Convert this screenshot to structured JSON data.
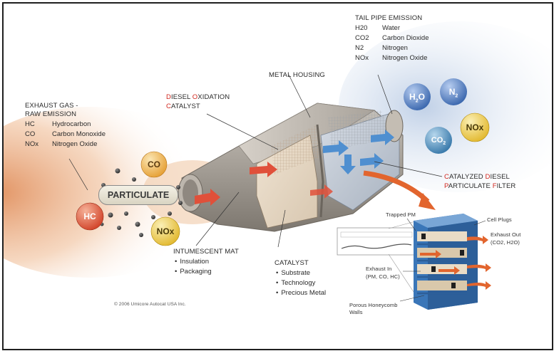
{
  "exhaust_gas": {
    "title_line1": "EXHAUST GAS -",
    "title_line2": "RAW EMISSION",
    "rows": [
      {
        "symbol": "HC",
        "name": "Hydrocarbon"
      },
      {
        "symbol": "CO",
        "name": "Carbon Monoxide"
      },
      {
        "symbol": "NOx",
        "name": "Nitrogen Oxide"
      }
    ]
  },
  "tailpipe": {
    "title": "TAIL PIPE EMISSION",
    "rows": [
      {
        "symbol": "H20",
        "name": "Water"
      },
      {
        "symbol": "CO2",
        "name": "Carbon Dioxide"
      },
      {
        "symbol": "N2",
        "name": "Nitrogen"
      },
      {
        "symbol": "NOx",
        "name": "Nitrogen Oxide"
      }
    ]
  },
  "labels": {
    "metal_housing": "METAL HOUSING",
    "doc": {
      "line1_initial": "D",
      "line1_rest1": "IESEL ",
      "line1_initial2": "O",
      "line1_rest2": "XIDATION",
      "line2_initial": "C",
      "line2_rest": "ATALYST"
    },
    "dpf": {
      "line1_initial": "C",
      "line1_rest1": "ATALYZED ",
      "line1_initial2": "D",
      "line1_rest2": "IESEL",
      "line2_initial": "P",
      "line2_rest1": "ARTICULATE ",
      "line2_initial2": "F",
      "line2_rest2": "ILTER"
    },
    "intumescent": {
      "title": "INTUMESCENT MAT",
      "bullets": [
        "Insulation",
        "Packaging"
      ]
    },
    "catalyst": {
      "title": "CATALYST",
      "bullets": [
        "Substrate",
        "Technology",
        "Precious Metal"
      ]
    },
    "particulate": "PARTICULATE",
    "copyright": "© 2006 Umicore Autocat USA Inc."
  },
  "molecules_in": {
    "co": "CO",
    "hc": "HC",
    "nox": "NOx"
  },
  "molecules_out": {
    "h2o": "H",
    "h2o_sub": "2",
    "h2o_tail": "O",
    "n2": "N",
    "n2_sub": "2",
    "nox": "NOx",
    "co2": "CO",
    "co2_sub": "2"
  },
  "detail": {
    "trapped_pm": "Trapped PM",
    "cell_plugs": "Cell Plugs",
    "exhaust_out_1": "Exhaust Out",
    "exhaust_out_2": "(CO2, H2O)",
    "exhaust_in_1": "Exhaust In",
    "exhaust_in_2": "(PM, CO, HC)",
    "walls_1": "Porous Honeycomb",
    "walls_2": "Walls"
  },
  "colors": {
    "arrow_red": "#e0503a",
    "arrow_blue": "#4f8fd0",
    "arrow_orange": "#e2652e",
    "ball_co": "#e8a83a",
    "ball_hc": "#d8452a",
    "ball_nox": "#e8c53a",
    "ball_h2o": "#3f6fbf",
    "ball_n2": "#3a62b0",
    "ball_co2": "#3a7fb5",
    "label_red": "#d0271e"
  }
}
